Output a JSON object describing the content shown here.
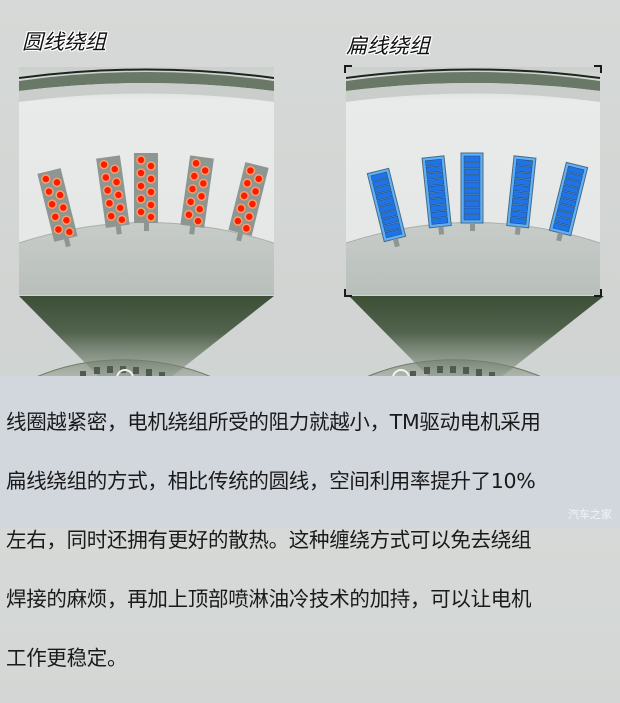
{
  "panels": [
    {
      "title": "圆线绕组",
      "winding_type": "round-wire",
      "conductor_color": "#ff1a00",
      "conductor_ring_color": "#f5a06a",
      "slot_count": 5,
      "conductors_per_slot": 10
    },
    {
      "title": "扁线绕组",
      "winding_type": "flat-wire",
      "conductor_color": "#1e73e8",
      "conductor_ring_color": "#5db2ff",
      "slot_count": 5,
      "conductors_per_slot": 10
    }
  ],
  "description": {
    "lines": [
      "线圈越紧密，电机绕组所受的阻力就越小，TM驱动电机采用",
      "扁线绕组的方式，相比传统的圆线，空间利用率提升了10%",
      "左右，同时还拥有更好的散热。这种缠绕方式可以免去绕组",
      "焊接的麻烦，再加上顶部喷淋油冷技术的加持，可以让电机",
      "工作更稳定。"
    ]
  },
  "watermark": "汽车之家",
  "colors": {
    "background": "#d4d7d5",
    "panel_bg": "#e6e8e7",
    "stator_band": "#5a6a5a",
    "funnel_dark": "#3f5238",
    "text_box_bg": "#d2d7de"
  }
}
